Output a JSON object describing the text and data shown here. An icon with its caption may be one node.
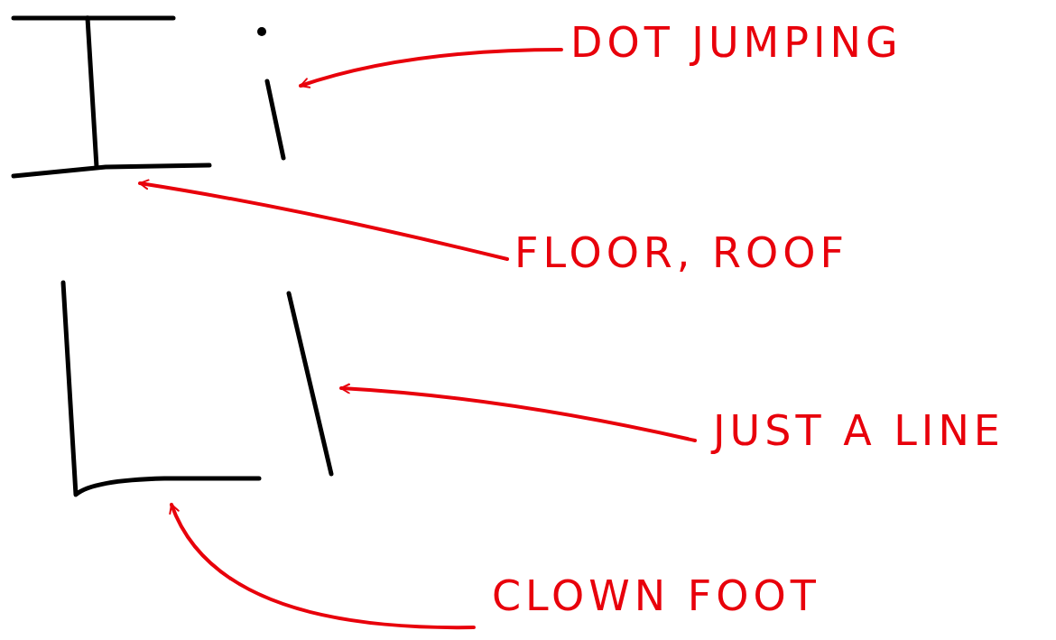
{
  "diagram": {
    "nodes": [
      {
        "text": [],
        "shape": "picture"
      },
      {
        "text": [],
        "shape": "picture"
      },
      {
        "text": [
          "DOT JUMPING"
        ]
      },
      {
        "text": [
          "FLOOR, ROOF"
        ]
      },
      {
        "text": [],
        "shape": "picture"
      },
      {
        "text": [],
        "shape": "picture"
      },
      {
        "text": [
          "JUST A LINE"
        ]
      },
      {
        "text": [
          "CLOWN FOOT"
        ]
      }
    ],
    "edges": [
      {
        "from": 2,
        "to": 1,
        "arrow": "to"
      },
      {
        "from": 3,
        "to": 0,
        "arrow": "to"
      },
      {
        "from": 6,
        "to": 5,
        "arrow": "to"
      },
      {
        "from": 7,
        "to": 4,
        "arrow": "to"
      }
    ]
  }
}
